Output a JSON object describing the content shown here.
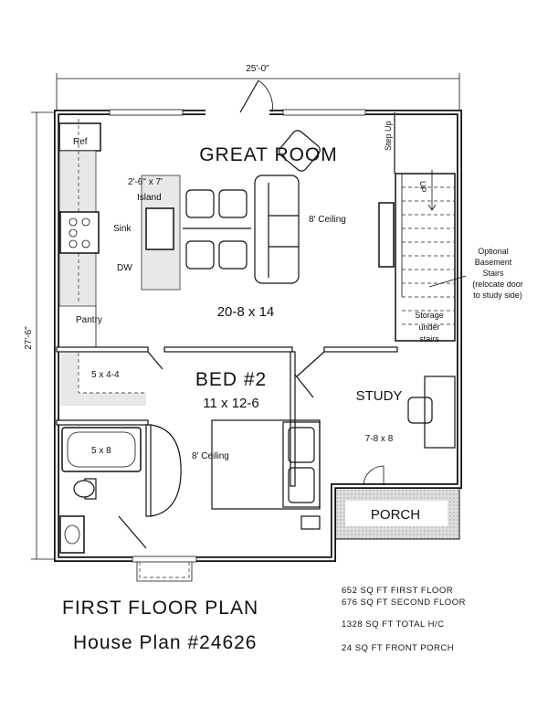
{
  "plan": {
    "dimensions": {
      "width": "25'-0\"",
      "depth": "27'-6\""
    },
    "great_room": {
      "name": "GREAT ROOM",
      "size": "20-8 x 14",
      "ceiling": "8' Ceiling"
    },
    "kitchen": {
      "ref": "Ref",
      "island_size": "2'-6\" x 7'",
      "island": "Island",
      "sink": "Sink",
      "dw": "DW",
      "pantry": "Pantry"
    },
    "stairs": {
      "step_up": "Step Up",
      "up": "UP",
      "note": [
        "Optional",
        "Basement",
        "Stairs",
        "(relocate door",
        "to study side)"
      ],
      "storage": [
        "Storage",
        "under",
        "stairs"
      ]
    },
    "bed2": {
      "name": "BED #2",
      "size": "11 x 12-6",
      "ceiling": "8' Ceiling"
    },
    "closet": {
      "size": "5 x 4-4"
    },
    "bath": {
      "size": "5 x 8"
    },
    "study": {
      "name": "STUDY",
      "size": "7-8 x 8"
    },
    "porch": {
      "name": "PORCH"
    }
  },
  "title": {
    "line1": "FIRST FLOOR PLAN",
    "line2": "House Plan #24626"
  },
  "areas": [
    "652 SQ FT FIRST FLOOR",
    "676 SQ FT SECOND FLOOR",
    "1328 SQ FT TOTAL H/C",
    "24 SQ FT FRONT PORCH"
  ]
}
